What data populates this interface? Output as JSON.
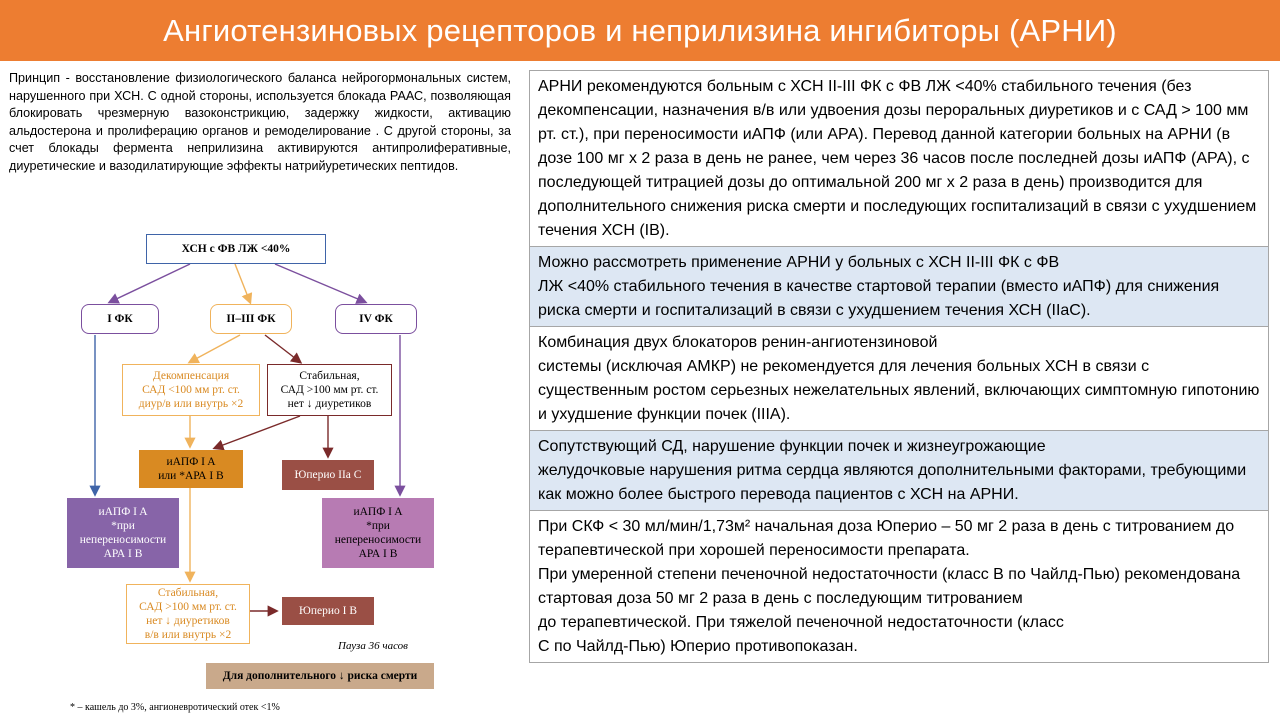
{
  "title": "Ангиотензиновых рецепторов и неприлизина ингибиторы (АРНИ)",
  "intro": "Принцип - восстановление физиологического баланса нейрогормональных систем, нарушенного при ХСН. С одной стороны, используется блокада РААС, позволяющая блокировать чрезмерную вазоконстрикцию, задержку жидкости, активацию альдостерона и пролиферацию органов и ремоделирование . С другой стороны, за счет блокады фермента неприлизина активируются антипролиферативные, диуретические и вазодилатирующие эффекты натрийуретических пептидов.",
  "flow": {
    "top": "ХСН с ФВ ЛЖ <40%",
    "fk1": "I ФК",
    "fk23": "II–III ФК",
    "fk4": "IV ФК",
    "decomp": [
      "Декомпенсация",
      "САД <100 мм рт. ст.",
      "диур/в или внутрь ×2"
    ],
    "stable": [
      "Стабильная,",
      "САД >100 мм рт. ст.",
      "нет ↓ диуретиков"
    ],
    "iapf_mid": [
      "иАПФ I A",
      "или *АРА I B"
    ],
    "yuperio_iia": "Юперио IIa C",
    "iapf_left": [
      "иАПФ I A",
      "*при",
      "непереносимости",
      "АРА I B"
    ],
    "iapf_right": [
      "иАПФ I A",
      "*при",
      "непереносимости",
      "АРА I B"
    ],
    "stable2": [
      "Стабильная,",
      "САД >100 мм рт. ст.",
      "нет ↓ диуретиков",
      "в/в или внутрь ×2"
    ],
    "yuperio_ib": "Юперио I B",
    "pause": "Пауза 36 часов",
    "bottom": "Для дополнительного ↓ риска смерти",
    "footnote": "* – кашель до 3%, ангионевротический отек <1%"
  },
  "colors": {
    "title_bg": "#ed7d31",
    "row_shade": "#dde7f3",
    "purple": "#7b4f9e",
    "orange": "#f0b35c",
    "dark_red": "#7a2a2a",
    "blue": "#3f64a8"
  },
  "table": {
    "rows": [
      {
        "lines": [
          "АРНИ рекомендуются больным с ХСН II-III ФК с ФВ ЛЖ <40% стабильного течения (без декомпенсации, назначения в/в или удвоения дозы пероральных диуретиков и с САД > 100 мм рт. ст.), при переносимости иАПФ (или АРА). Перевод данной категории больных на АРНИ (в дозе 100 мг х 2 раза в день не ранее, чем через 36 часов после последней дозы иАПФ (АРА), с последующей титрацией дозы до оптимальной 200 мг х 2 раза в день) производится для дополнительного снижения риска смерти и последующих госпитализаций в связи с ухудшением течения ХСН (IB)."
        ]
      },
      {
        "lines": [
          "Можно рассмотреть применение АРНИ у больных с ХСН II-III ФК с ФВ",
          "ЛЖ <40% стабильного течения в качестве стартовой терапии (вместо иАПФ) для снижения риска смерти и госпитализаций в связи с ухудшением течения ХСН (IIaC)."
        ]
      },
      {
        "lines": [
          "Комбинация двух блокаторов ренин-ангиотензиновой",
          "системы (исключая АМКР) не рекомендуется для лечения больных ХСН в связи с существенным ростом серьезных нежелательных явлений, включающих симптомную гипотонию и ухудшение функции почек (IIIA)."
        ]
      },
      {
        "lines": [
          "Сопутствующий СД, нарушение функции почек и жизнеугрожающие",
          "желудочковые нарушения ритма сердца являются дополнительными факторами, требующими как можно более быстрого перевода пациентов с ХСН на АРНИ."
        ]
      },
      {
        "lines": [
          "При СКФ < 30 мл/мин/1,73м² начальная доза Юперио – 50 мг 2 раза в день с титрованием до терапевтической при хорошей переносимости препарата.",
          "При умеренной степени печеночной недостаточности (класс В по Чайлд-Пью) рекомендована стартовая доза 50 мг 2 раза в день с последующим титрованием",
          "до терапевтической. При тяжелой печеночной недостаточности (класс",
          "С по Чайлд-Пью) Юперио противопоказан."
        ]
      }
    ]
  }
}
